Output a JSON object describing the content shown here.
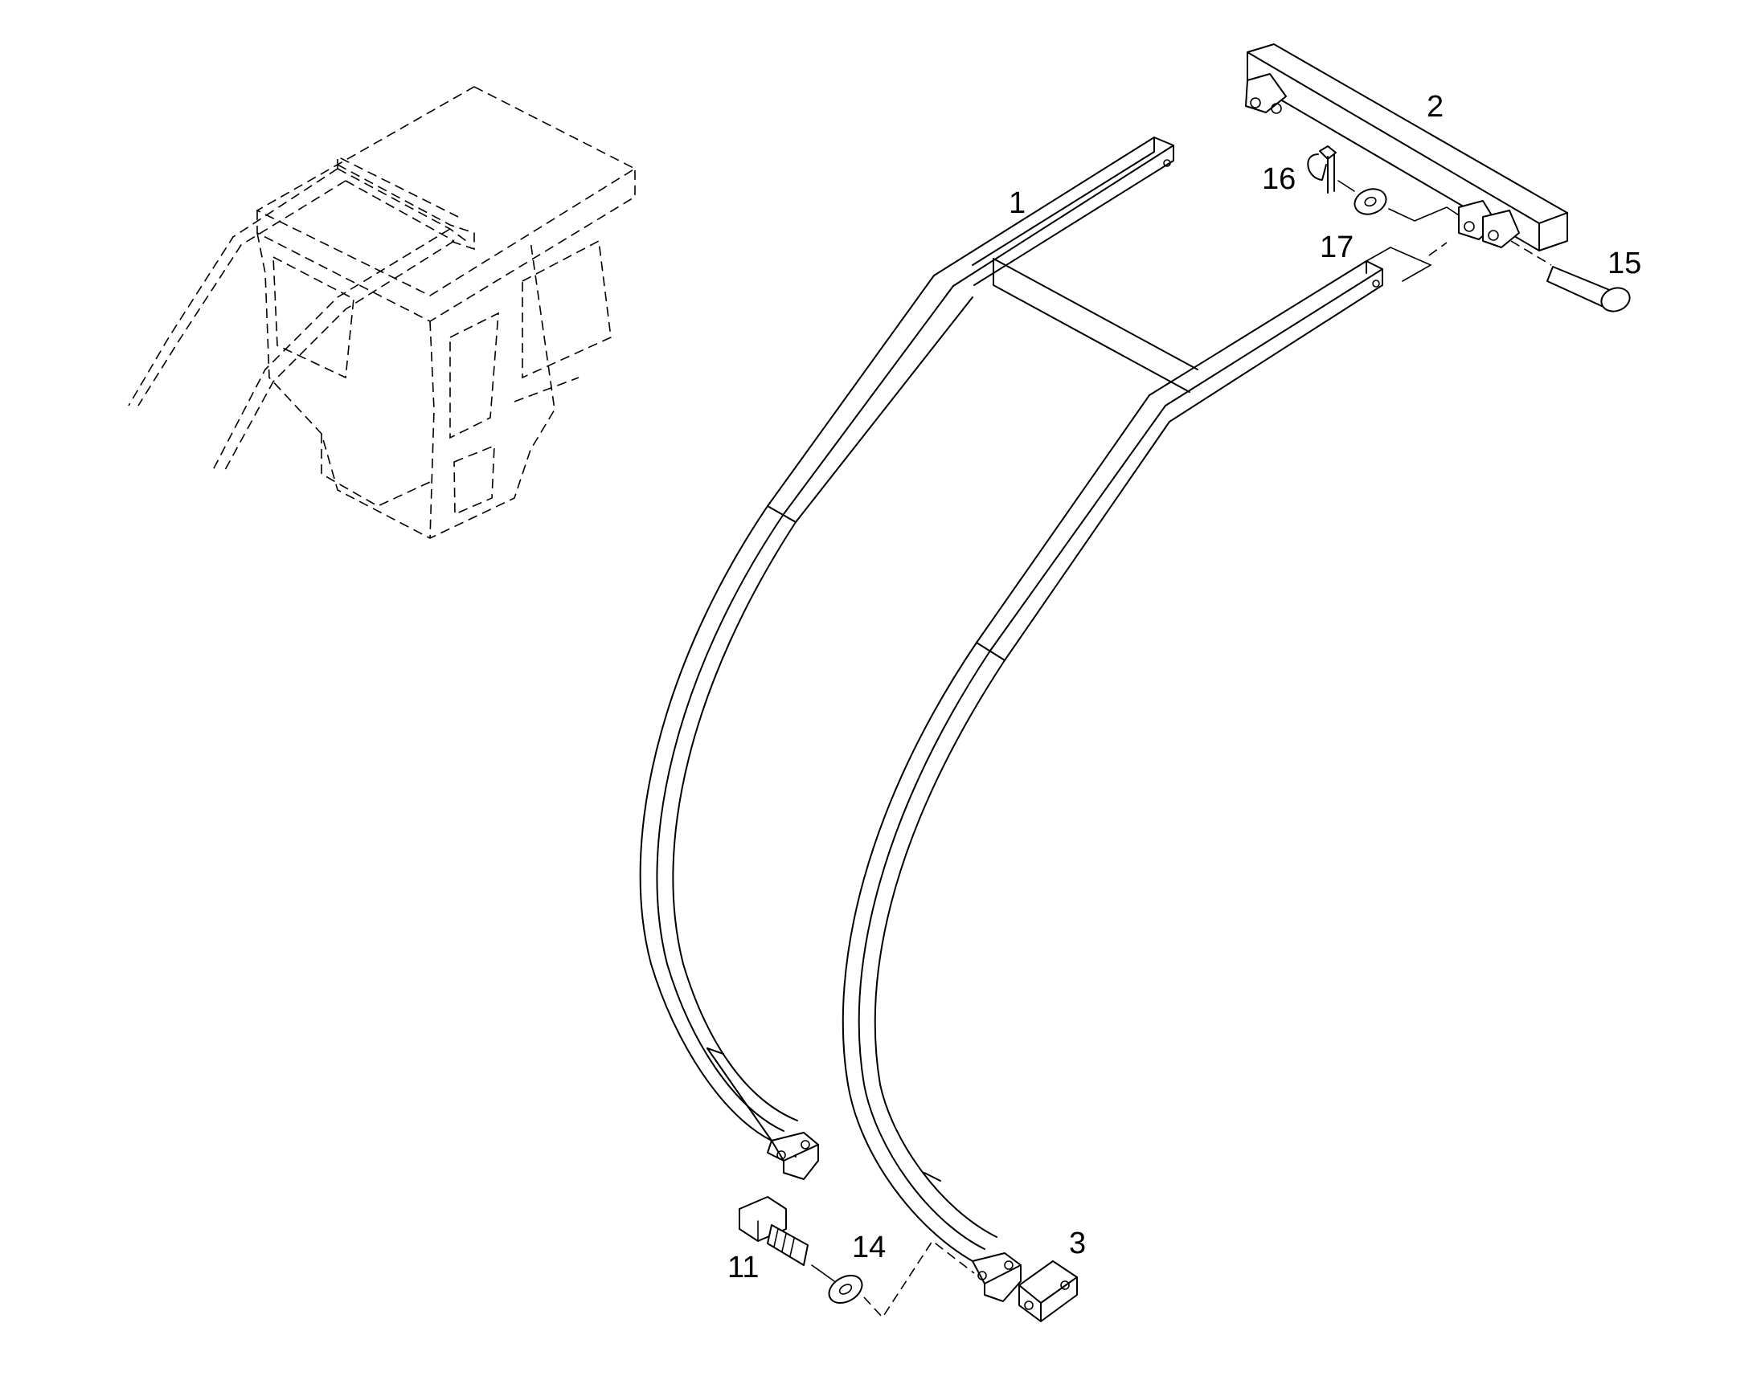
{
  "callouts": [
    {
      "id": "1",
      "text": "1"
    },
    {
      "id": "2",
      "text": "2"
    },
    {
      "id": "3",
      "text": "3"
    },
    {
      "id": "11",
      "text": "11"
    },
    {
      "id": "14",
      "text": "14"
    },
    {
      "id": "15",
      "text": "15"
    },
    {
      "id": "16",
      "text": "16"
    },
    {
      "id": "17",
      "text": "17"
    }
  ]
}
